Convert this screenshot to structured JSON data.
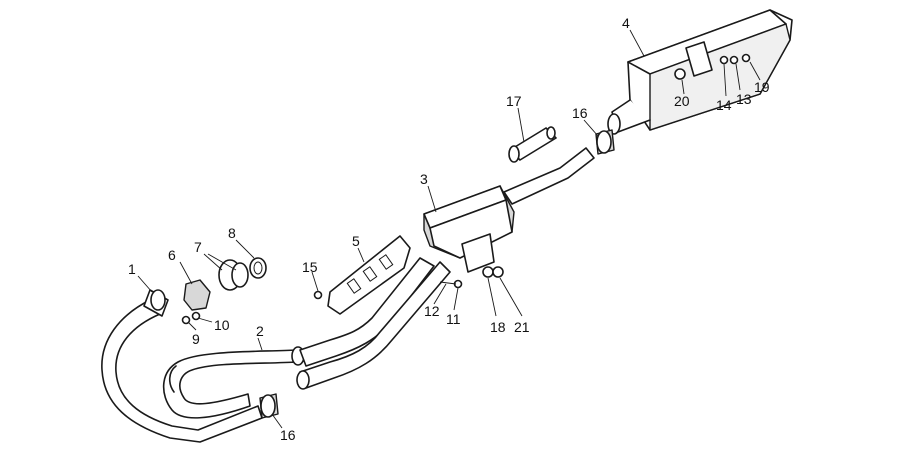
{
  "diagram": {
    "callouts": [
      {
        "id": "1",
        "label": "1"
      },
      {
        "id": "2",
        "label": "2"
      },
      {
        "id": "3",
        "label": "3"
      },
      {
        "id": "4",
        "label": "4"
      },
      {
        "id": "5",
        "label": "5"
      },
      {
        "id": "6",
        "label": "6"
      },
      {
        "id": "7",
        "label": "7"
      },
      {
        "id": "8",
        "label": "8"
      },
      {
        "id": "9",
        "label": "9"
      },
      {
        "id": "10",
        "label": "10"
      },
      {
        "id": "11",
        "label": "11"
      },
      {
        "id": "12",
        "label": "12"
      },
      {
        "id": "13",
        "label": "13"
      },
      {
        "id": "14",
        "label": "14"
      },
      {
        "id": "15",
        "label": "15"
      },
      {
        "id": "16a",
        "label": "16"
      },
      {
        "id": "16b",
        "label": "16"
      },
      {
        "id": "17",
        "label": "17"
      },
      {
        "id": "18",
        "label": "18"
      },
      {
        "id": "19",
        "label": "19"
      },
      {
        "id": "20",
        "label": "20"
      },
      {
        "id": "21",
        "label": "21"
      }
    ],
    "colors": {
      "line": "#1a1a1a",
      "shade": "#d8d8d8",
      "background": "#ffffff"
    }
  }
}
